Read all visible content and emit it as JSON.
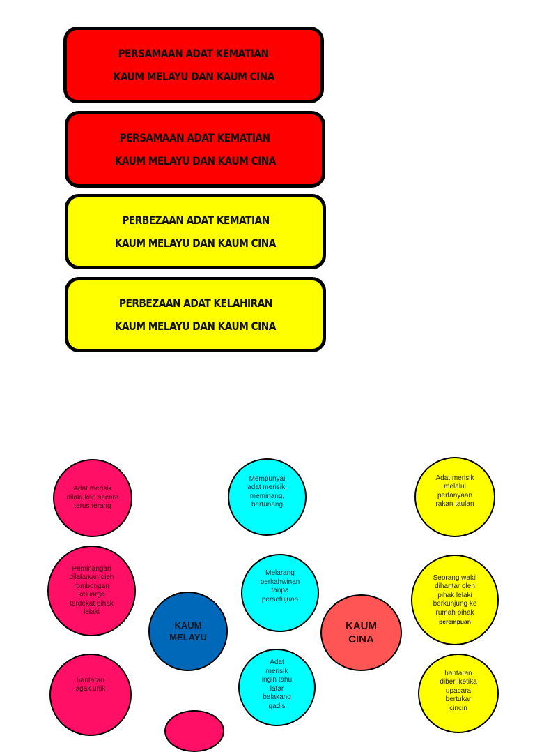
{
  "banners": [
    {
      "line1": "PERSAMAAN ADAT KEMATIAN",
      "line2": "KAUM MELAYU DAN KAUM CINA",
      "color": "#ff0000"
    },
    {
      "line1": "PERSAMAAN ADAT KEMATIAN",
      "line2": "KAUM MELAYU DAN KAUM CINA",
      "color": "#ff0000"
    },
    {
      "line1": "PERBEZAAN ADAT KEMATIAN",
      "line2": "KAUM MELAYU DAN KAUM CINA",
      "color": "#ffff00"
    },
    {
      "line1": "PERBEZAAN ADAT KELAHIRAN",
      "line2": "KAUM MELAYU DAN KAUM CINA",
      "color": "#ffff00"
    }
  ],
  "diagram": {
    "center_left": "KAUM MELAYU",
    "center_right": "KAUM CINA",
    "melayu": [
      "Adat merisik dilakukan secara terus terang",
      "Peminangan dilakukan oleh rombongan keluarga terdekat pihak lelaki",
      "hantaran agak unik"
    ],
    "common": [
      "Mempunyai adat merisik, meminang, bertunang",
      "Melarang perkahwinan tanpa persetujuan",
      "Adat merisik ingin tahu latar belakang gadis"
    ],
    "cina": [
      "Adat merisik melalui pertanyaan rakan taulan",
      "Seorang wakil dihantar oleh pihak lelaki berkunjung ke rumah pihak",
      "perempuan",
      "hantaran diberi ketika upacara bertukar cincin"
    ]
  },
  "colors": {
    "melayu_bubble": "#ff0f66",
    "common_bubble": "#00ffff",
    "cina_bubble": "#ffff00",
    "center_left": "#0068b8",
    "center_right": "#ff5555"
  }
}
